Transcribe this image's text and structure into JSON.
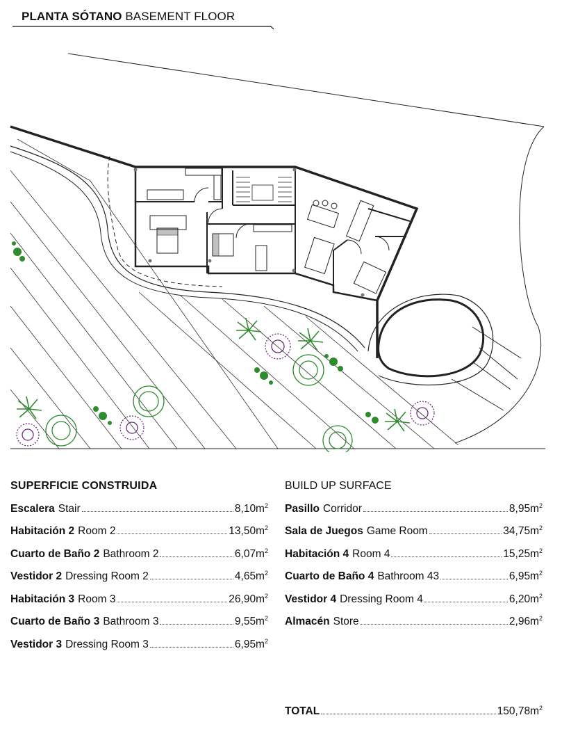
{
  "header": {
    "title_es": "PLANTA SÓTANO",
    "title_en": "BASEMENT FLOOR"
  },
  "surfaces": {
    "title_es": "SUPERFICIE CONSTRUIDA",
    "title_en": "BUILD UP SURFACE",
    "left": [
      {
        "es": "Escalera",
        "en": "Stair",
        "value": "8,10m",
        "unit_exp": "2"
      },
      {
        "es": "Habitación 2",
        "en": "Room 2",
        "value": "13,50m",
        "unit_exp": "2"
      },
      {
        "es": "Cuarto de Baño 2",
        "en": "Bathroom 2",
        "value": "6,07m",
        "unit_exp": "2"
      },
      {
        "es": "Vestidor 2",
        "en": "Dressing Room 2",
        "value": "4,65m",
        "unit_exp": "2"
      },
      {
        "es": "Habitación 3",
        "en": "Room 3",
        "value": "26,90m",
        "unit_exp": "2"
      },
      {
        "es": "Cuarto de Baño 3",
        "en": "Bathroom 3",
        "value": "9,55m",
        "unit_exp": "2"
      },
      {
        "es": "Vestidor 3",
        "en": "Dressing Room 3",
        "value": "6,95m",
        "unit_exp": "2"
      }
    ],
    "right": [
      {
        "es": "Pasillo",
        "en": "Corridor",
        "value": "8,95m",
        "unit_exp": "2"
      },
      {
        "es": "Sala de Juegos",
        "en": "Game Room",
        "value": "34,75m",
        "unit_exp": "2"
      },
      {
        "es": "Habitación 4",
        "en": "Room 4",
        "value": "15,25m",
        "unit_exp": "2"
      },
      {
        "es": "Cuarto de Baño 4",
        "en": "Bathroom 43",
        "value": "6,95m",
        "unit_exp": "2"
      },
      {
        "es": "Vestidor 4",
        "en": "Dressing Room 4",
        "value": "6,20m",
        "unit_exp": "2"
      },
      {
        "es": "Almacén",
        "en": "Store",
        "value": "2,96m",
        "unit_exp": "2"
      }
    ],
    "total": {
      "es": "TOTAL",
      "value": "150,78m",
      "unit_exp": "2"
    }
  },
  "colors": {
    "ink": "#111111",
    "plant_green": "#2e8b2e",
    "plant_purple": "#6a2a7a",
    "wall": "#222222"
  }
}
